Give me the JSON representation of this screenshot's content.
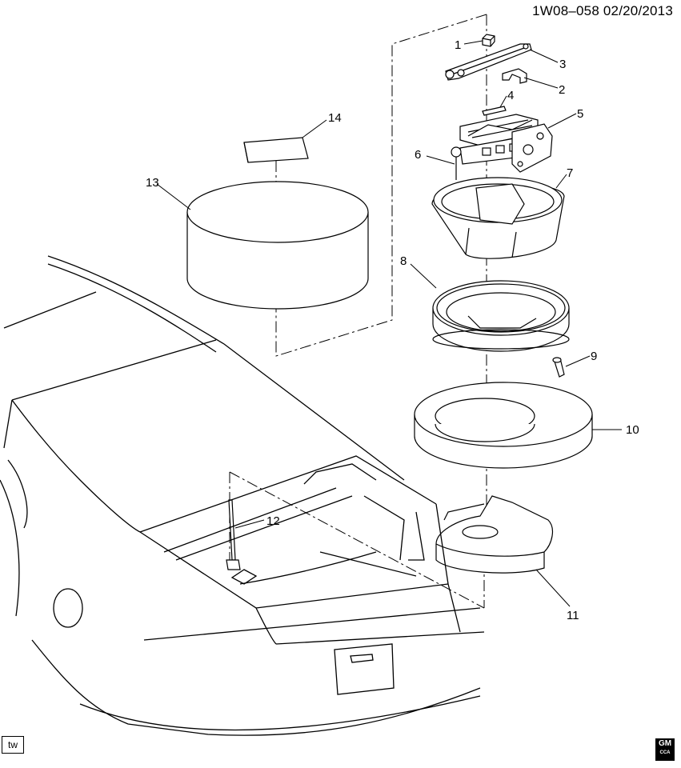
{
  "header": {
    "code": "1W08–058  02/20/2013"
  },
  "callouts": [
    {
      "id": "1",
      "label": "1"
    },
    {
      "id": "2",
      "label": "2"
    },
    {
      "id": "3",
      "label": "3"
    },
    {
      "id": "4",
      "label": "4"
    },
    {
      "id": "5",
      "label": "5"
    },
    {
      "id": "6",
      "label": "6"
    },
    {
      "id": "7",
      "label": "7"
    },
    {
      "id": "8",
      "label": "8"
    },
    {
      "id": "9",
      "label": "9"
    },
    {
      "id": "10",
      "label": "10"
    },
    {
      "id": "11",
      "label": "11"
    },
    {
      "id": "12",
      "label": "12"
    },
    {
      "id": "13",
      "label": "13"
    },
    {
      "id": "14",
      "label": "14"
    }
  ],
  "footer": {
    "tw_label": "tw",
    "logo_text": "GM",
    "logo_sub": "CCA"
  }
}
